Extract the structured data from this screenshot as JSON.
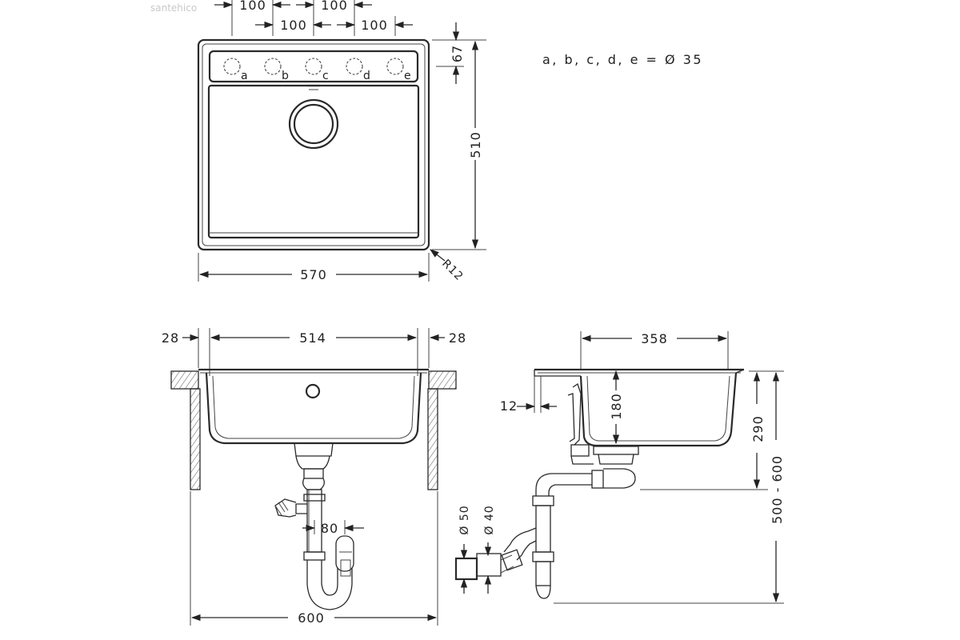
{
  "watermark": "santehico",
  "top_view": {
    "hole_spacing": [
      "100",
      "100",
      "100",
      "100"
    ],
    "hole_labels": [
      "a",
      "b",
      "c",
      "d",
      "e"
    ],
    "hole_offset": "67",
    "depth": "510",
    "width": "570",
    "corner_radius": "R12",
    "hole_note": "a, b, c, d, e = Ø 35"
  },
  "front_view": {
    "left_rim": "28",
    "inner_width": "514",
    "right_rim": "28",
    "outlet_offset": "80",
    "cabinet_width": "600"
  },
  "side_view": {
    "bowl_length": "358",
    "bowl_depth": "180",
    "rim": "12",
    "outlet_height": "290",
    "drain_height_range": "500 - 600",
    "pipe_diameter_1": "Ø 50",
    "pipe_diameter_2": "Ø 40"
  }
}
